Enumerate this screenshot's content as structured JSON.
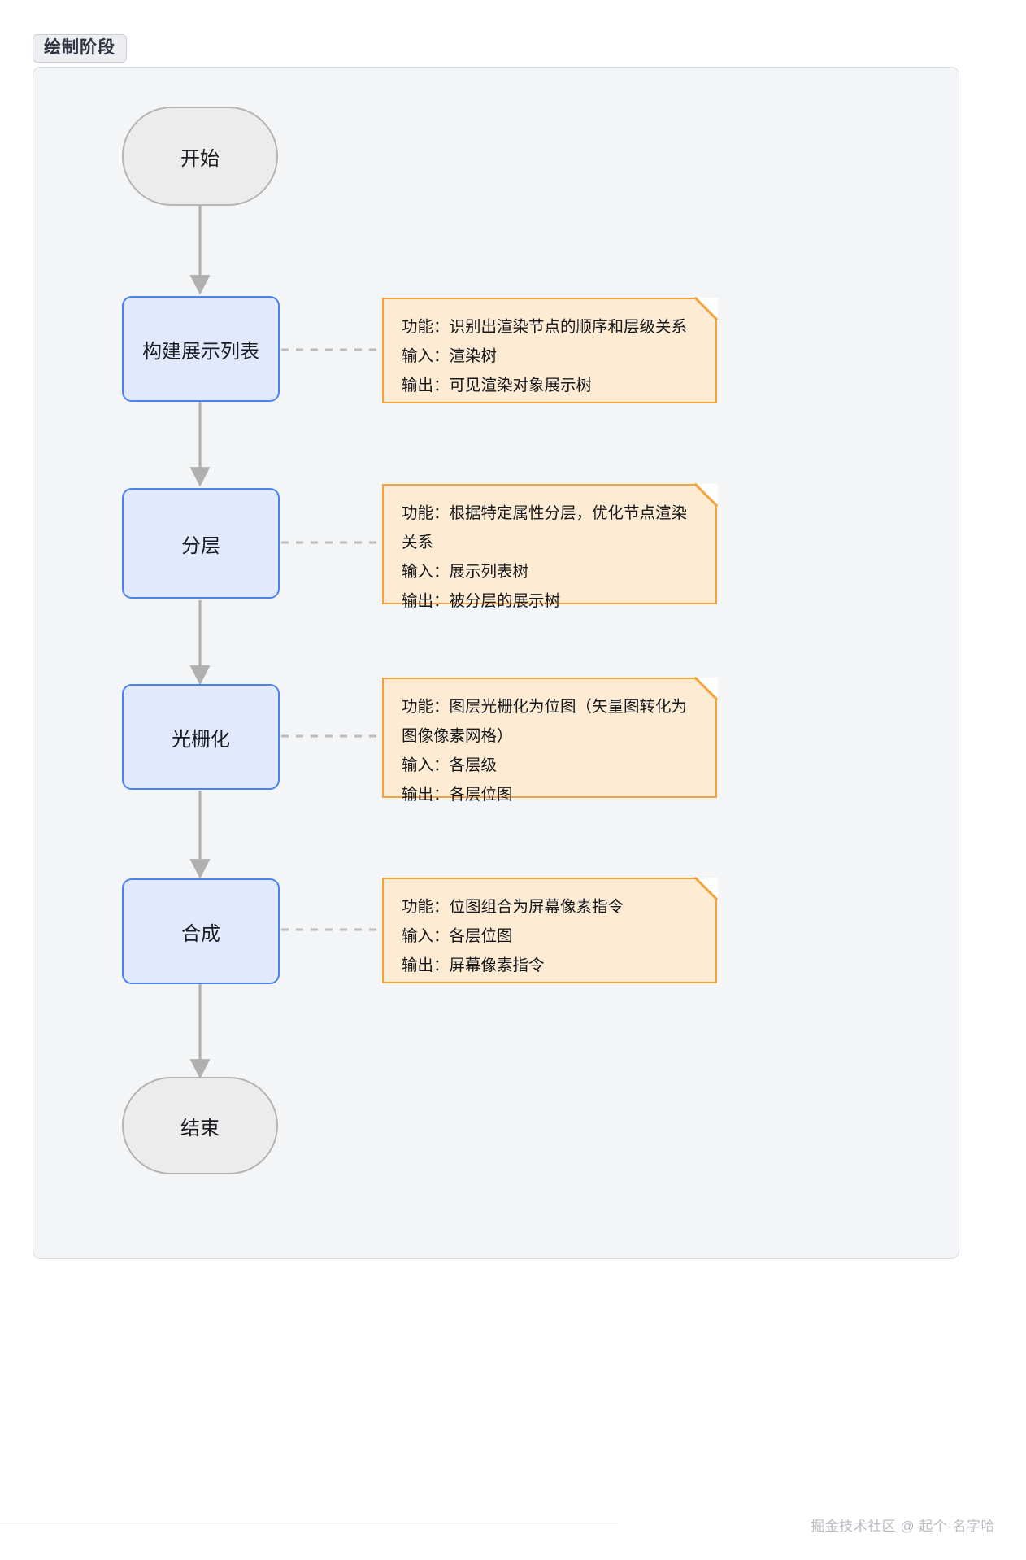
{
  "diagram": {
    "type": "flowchart",
    "direction": "top-to-bottom",
    "subgraph_title": "绘制阶段",
    "nodes": [
      {
        "id": "start",
        "label": "开始",
        "shape": "stadium",
        "fill": "#ececec",
        "stroke": "#b4b4b4"
      },
      {
        "id": "buildlist",
        "label": "构建展示列表",
        "shape": "rounded-rect",
        "fill": "#e2e9fd",
        "stroke": "#4a82f0"
      },
      {
        "id": "layering",
        "label": "分层",
        "shape": "rounded-rect",
        "fill": "#e2e9fd",
        "stroke": "#4a82f0"
      },
      {
        "id": "raster",
        "label": "光栅化",
        "shape": "rounded-rect",
        "fill": "#e2e9fd",
        "stroke": "#4a82f0"
      },
      {
        "id": "composite",
        "label": "合成",
        "shape": "rounded-rect",
        "fill": "#e2e9fd",
        "stroke": "#4a82f0"
      },
      {
        "id": "end",
        "label": "结束",
        "shape": "stadium",
        "fill": "#ececec",
        "stroke": "#b4b4b4"
      }
    ],
    "edges": [
      {
        "from": "开始",
        "to": "构建展示列表",
        "style": "solid-arrow"
      },
      {
        "from": "构建展示列表",
        "to": "分层",
        "style": "solid-arrow"
      },
      {
        "from": "分层",
        "to": "光栅化",
        "style": "solid-arrow"
      },
      {
        "from": "光栅化",
        "to": "合成",
        "style": "solid-arrow"
      },
      {
        "from": "合成",
        "to": "结束",
        "style": "solid-arrow"
      },
      {
        "from": "构建展示列表",
        "to": "note1",
        "style": "dashed"
      },
      {
        "from": "分层",
        "to": "note2",
        "style": "dashed"
      },
      {
        "from": "光栅化",
        "to": "note3",
        "style": "dashed"
      },
      {
        "from": "合成",
        "to": "note4",
        "style": "dashed"
      }
    ],
    "notes": [
      {
        "id": "note1",
        "attached_to": "构建展示列表",
        "lines": [
          "功能：识别出渲染节点的顺序和层级关系",
          "输入：渲染树",
          "输出：可见渲染对象展示树"
        ]
      },
      {
        "id": "note2",
        "attached_to": "分层",
        "lines": [
          "功能：根据特定属性分层，优化节点渲染关系",
          "输入：展示列表树",
          "输出：被分层的展示树"
        ]
      },
      {
        "id": "note3",
        "attached_to": "光栅化",
        "lines": [
          "功能：图层光栅化为位图（矢量图转化为图像像素网格）",
          "输入：各层级",
          "输出：各层位图"
        ]
      },
      {
        "id": "note4",
        "attached_to": "合成",
        "lines": [
          "功能：位图组合为屏幕像素指令",
          "输入：各层位图",
          "输出：屏幕像素指令"
        ]
      }
    ],
    "colors": {
      "canvas": "#ffffff",
      "subgraph_fill": "#f4f5f7",
      "subgraph_stroke": "#d8dce3",
      "process_fill": "#e2e9fd",
      "process_stroke": "#4a82f0",
      "terminal_fill": "#ececec",
      "terminal_stroke": "#b4b4b4",
      "note_fill": "#fdebd3",
      "note_stroke": "#f3a33c",
      "arrow": "#b0b0b0",
      "text": "#1b1d22"
    }
  },
  "watermark": {
    "text": "掘金技术社区 @ 起个·名字哈"
  }
}
